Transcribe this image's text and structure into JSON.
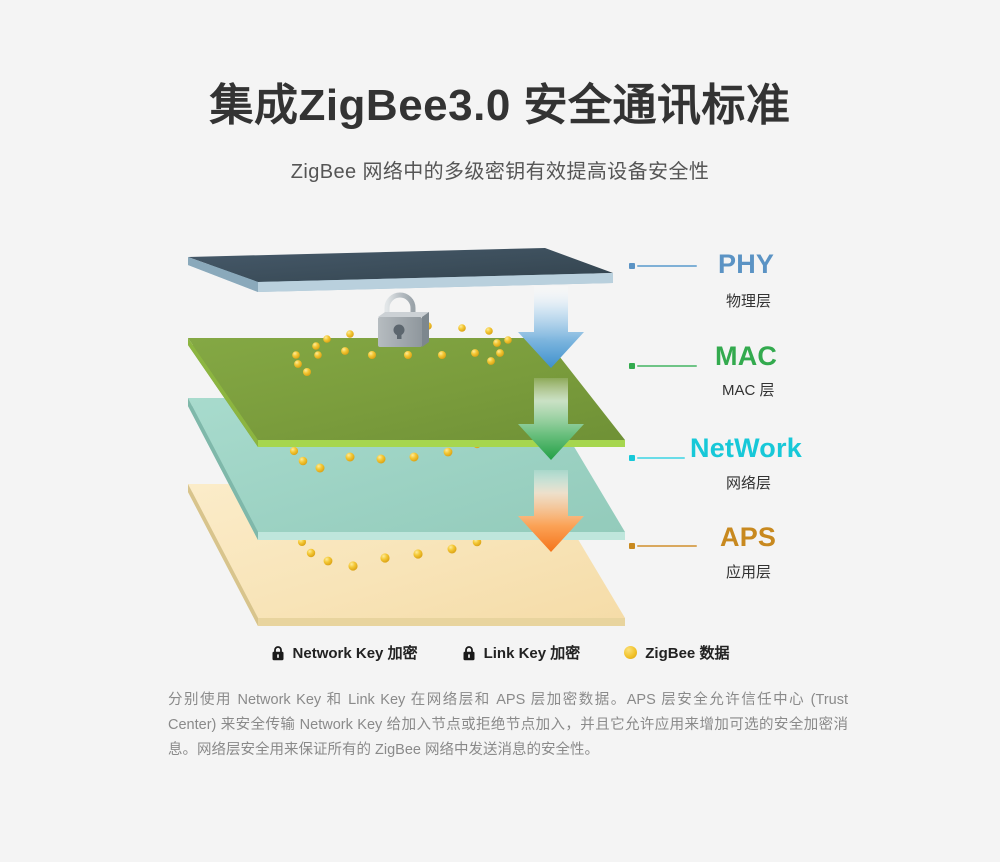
{
  "page": {
    "background_color": "#f4f4f4",
    "title": "集成ZigBee3.0 安全通讯标准",
    "subtitle": "ZigBee 网络中的多级密钥有效提高设备安全性"
  },
  "diagram": {
    "type": "layered-stack-3d",
    "layers": [
      {
        "id": "phy",
        "en": "PHY",
        "cn": "物理层",
        "accent": "#5b93c4",
        "plate_top_color": "#3d4f5c",
        "plate_edge_color": "#b9d0dd",
        "has_lock": false,
        "has_dots": false,
        "lock_type": "none"
      },
      {
        "id": "mac",
        "en": "MAC",
        "cn": "MAC 层",
        "accent": "#33aa4e",
        "plate_top_color": "#7d9f3f",
        "plate_edge_color": "#a6d64e",
        "has_lock": true,
        "has_dots": true,
        "lock_type": "network-key-lock"
      },
      {
        "id": "network",
        "en": "NetWork",
        "cn": "网络层",
        "accent": "#17c8d8",
        "plate_top_color": "#9ed4c6",
        "plate_edge_color": "#bfe6dc",
        "has_lock": true,
        "has_dots": true,
        "lock_type": "network-key-lock"
      },
      {
        "id": "aps",
        "en": "APS",
        "cn": "应用层",
        "accent": "#c8891f",
        "plate_top_color": "#f7e3b8",
        "plate_edge_color": "#e8d49e",
        "has_lock": true,
        "has_dots": true,
        "lock_type": "link-key-lock"
      }
    ],
    "arrows": [
      {
        "id": "arrow-phy-to-mac",
        "color": "#4a9bd4",
        "from": "phy",
        "to": "mac"
      },
      {
        "id": "arrow-mac-to-network",
        "color": "#2ba84a",
        "from": "mac",
        "to": "network"
      },
      {
        "id": "arrow-network-to-aps",
        "color": "#f5791f",
        "from": "network",
        "to": "aps"
      }
    ],
    "data_dot_color": "#f2c32c"
  },
  "key_legend": {
    "items": [
      {
        "id": "network-key",
        "icon": "lock-icon",
        "label": "Network Key 加密"
      },
      {
        "id": "link-key",
        "icon": "lock-icon",
        "label": "Link Key 加密"
      },
      {
        "id": "zigbee-data",
        "icon": "dot-icon",
        "label": "ZigBee 数据"
      }
    ]
  },
  "description": {
    "text": "分别使用 Network Key 和 Link Key 在网络层和 APS 层加密数据。APS 层安全允许信任中心 (Trust Center) 来安全传输 Network Key 给加入节点或拒绝节点加入，并且它允许应用来增加可选的安全加密消息。网络层安全用来保证所有的 ZigBee 网络中发送消息的安全性。"
  }
}
